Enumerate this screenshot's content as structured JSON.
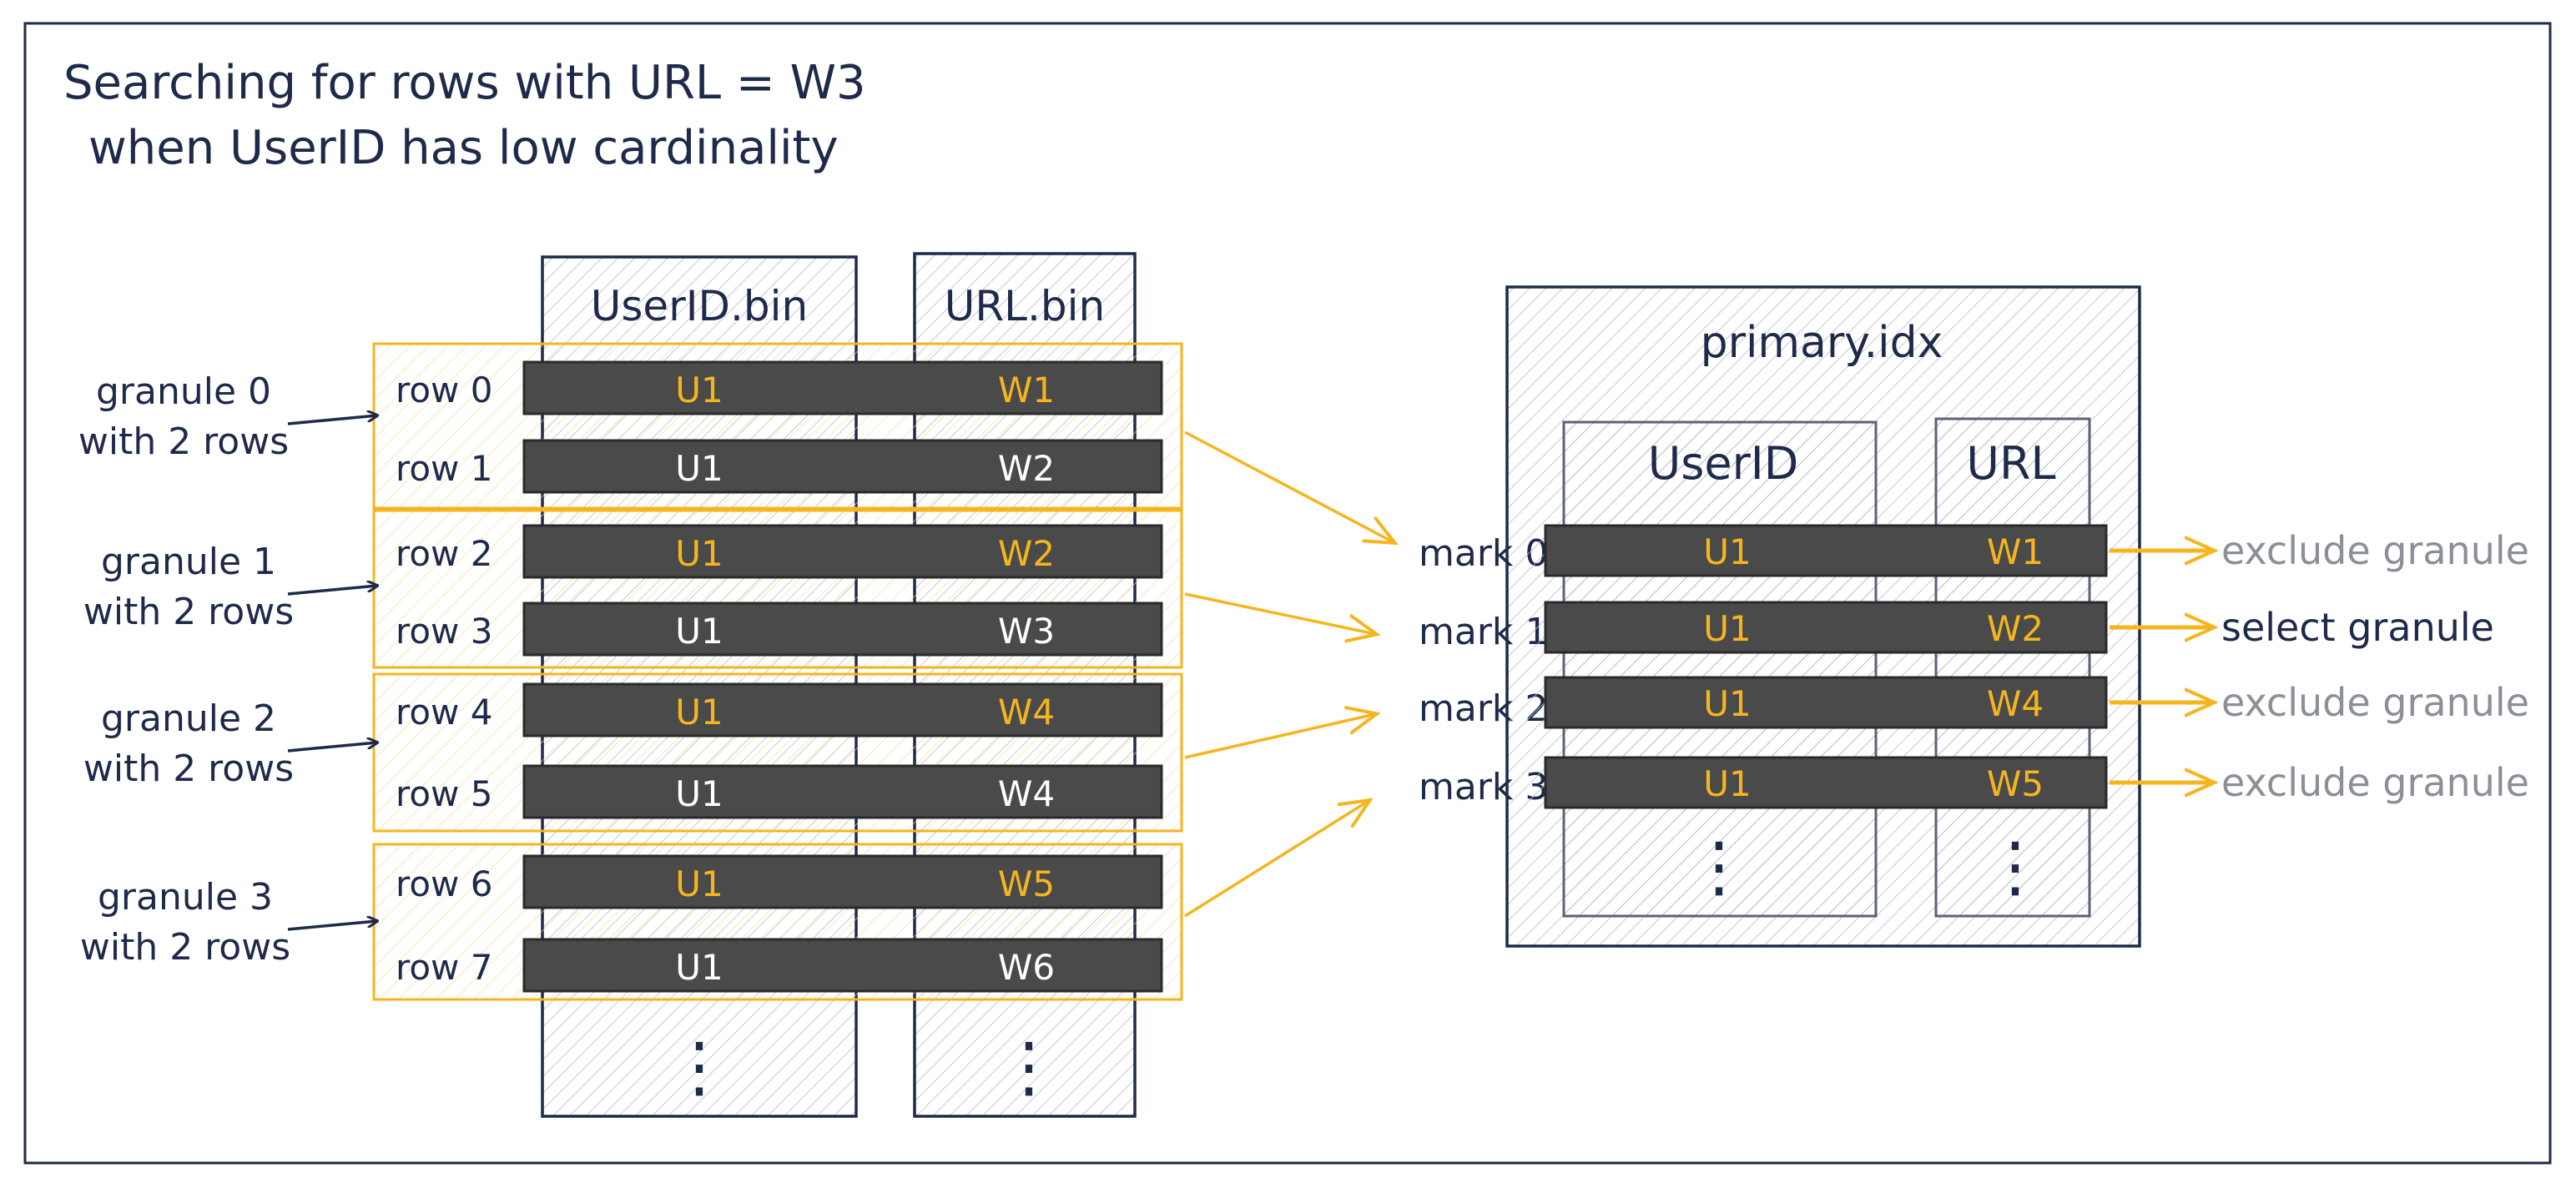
{
  "title": {
    "line1": "Searching for rows with URL = W3",
    "line2": "when UserID has low cardinality"
  },
  "columns": {
    "userid_bin": "UserID.bin",
    "url_bin": "URL.bin"
  },
  "rows": [
    {
      "label": "row 0",
      "userid": "U1",
      "url": "W1",
      "highlight": true
    },
    {
      "label": "row 1",
      "userid": "U1",
      "url": "W2",
      "highlight": false
    },
    {
      "label": "row 2",
      "userid": "U1",
      "url": "W2",
      "highlight": true
    },
    {
      "label": "row 3",
      "userid": "U1",
      "url": "W3",
      "highlight": false
    },
    {
      "label": "row 4",
      "userid": "U1",
      "url": "W4",
      "highlight": true
    },
    {
      "label": "row 5",
      "userid": "U1",
      "url": "W4",
      "highlight": false
    },
    {
      "label": "row 6",
      "userid": "U1",
      "url": "W5",
      "highlight": true
    },
    {
      "label": "row 7",
      "userid": "U1",
      "url": "W6",
      "highlight": false
    }
  ],
  "granules": [
    {
      "line1": "granule 0",
      "line2": "with 2 rows"
    },
    {
      "line1": "granule 1",
      "line2": "with 2 rows"
    },
    {
      "line1": "granule 2",
      "line2": "with 2 rows"
    },
    {
      "line1": "granule 3",
      "line2": "with 2 rows"
    }
  ],
  "marks": [
    "mark 0",
    "mark 1",
    "mark 2",
    "mark 3"
  ],
  "index": {
    "title": "primary.idx",
    "col_userid": "UserID",
    "col_url": "URL",
    "entries": [
      {
        "userid": "U1",
        "url": "W1",
        "result": "exclude granule",
        "selected": false
      },
      {
        "userid": "U1",
        "url": "W2",
        "result": "select granule",
        "selected": true
      },
      {
        "userid": "U1",
        "url": "W4",
        "result": "exclude granule",
        "selected": false
      },
      {
        "userid": "U1",
        "url": "W5",
        "result": "exclude granule",
        "selected": false
      }
    ]
  },
  "ellipsis": "⋮",
  "colors": {
    "ink": "#1e2a4a",
    "accent": "#f5b51e",
    "bar": "#4a4a4a",
    "muted": "#8a8f98"
  }
}
